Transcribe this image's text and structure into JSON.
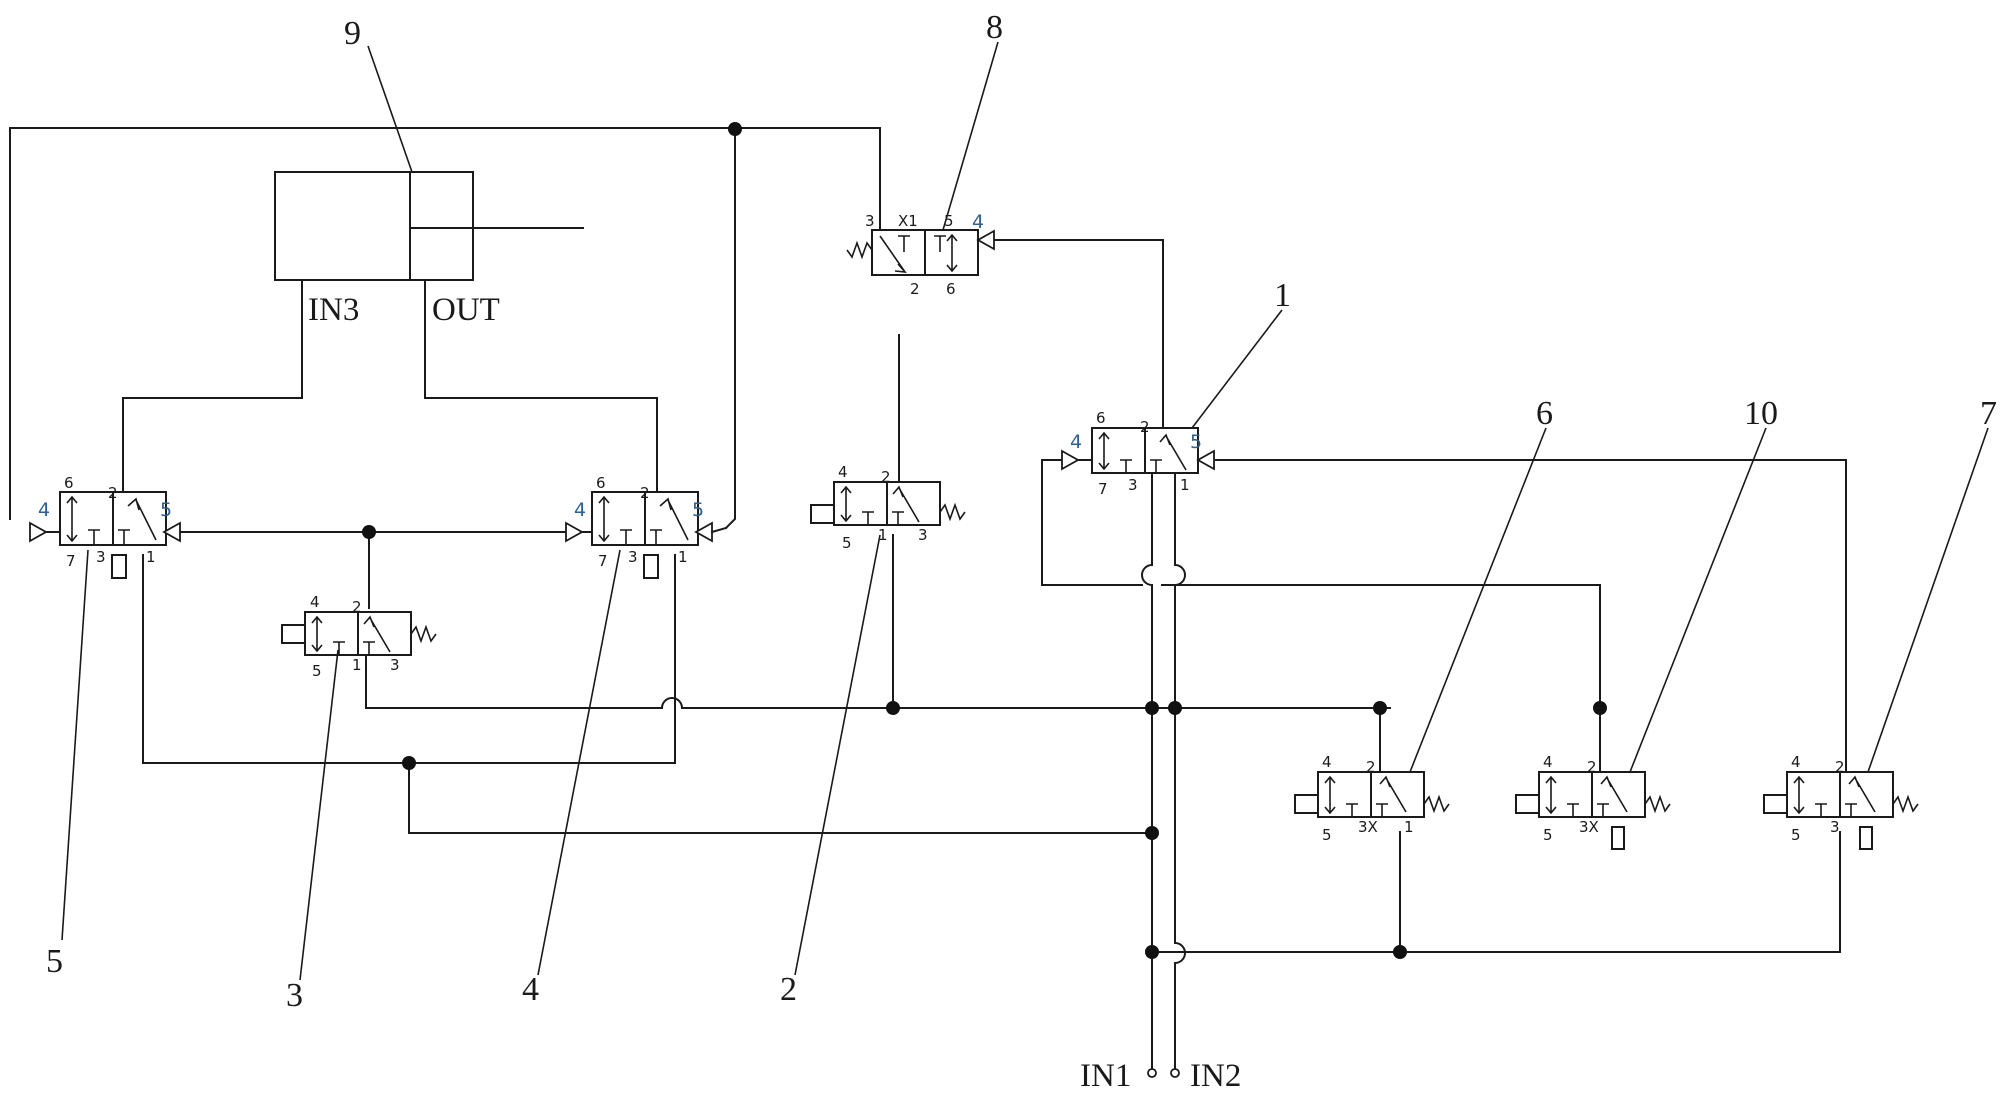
{
  "callouts": {
    "c1": "1",
    "c2": "2",
    "c3": "3",
    "c4": "4",
    "c5": "5",
    "c6": "6",
    "c7": "7",
    "c8": "8",
    "c9": "9",
    "c10": "10"
  },
  "ports": {
    "in1": "IN1",
    "in2": "IN2",
    "in3": "IN3",
    "out": "OUT"
  },
  "valve_port_numbers": {
    "p1": "1",
    "p2": "2",
    "p3": "3",
    "p4": "4",
    "p5": "5",
    "p6": "6",
    "p7": "7",
    "x1": "X1",
    "x3": "3X"
  },
  "colors": {
    "line": "#1a1a1a",
    "accent_port_label": "#2f5f8f"
  }
}
